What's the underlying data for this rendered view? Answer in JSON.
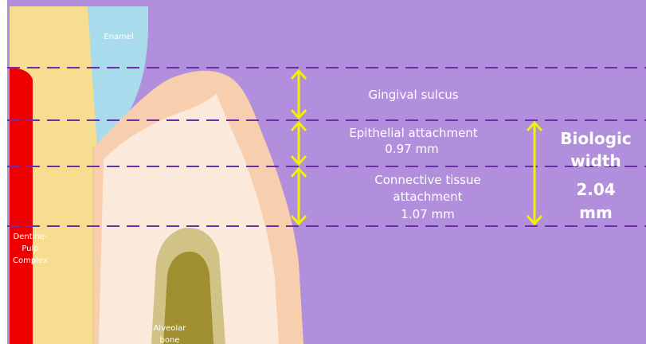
{
  "labels": {
    "enamel": "Enamel",
    "gingival_sulcus": "Gingival sulcus",
    "epithelial_line1": "Epithelial attachment",
    "epithelial_line2": "0.97 mm",
    "connective_line1": "Connective tissue",
    "connective_line2": "attachment",
    "connective_line3": "1.07 mm",
    "biologic_line1": "Biologic",
    "biologic_line2": "width",
    "biologic_line3": "2.04",
    "biologic_line4": "mm",
    "dentine_line1": "Dentine-",
    "dentine_line2": "Pulp",
    "dentine_line3": "Complex",
    "alveolar_line1": "Alveolar",
    "alveolar_line2": "bone"
  },
  "colors": {
    "background": "#b18fdc",
    "pulp": "#ee0000",
    "dentine": "#f6dd8f",
    "enamel": "#a8dcec",
    "gingiva_outer": "#f7cfae",
    "gingiva_inner": "#fbe9dc",
    "bone_outer": "#d1c285",
    "bone_inner": "#9f8f31",
    "dashed_line": "#6a2fa6",
    "arrow": "#f4f000"
  }
}
